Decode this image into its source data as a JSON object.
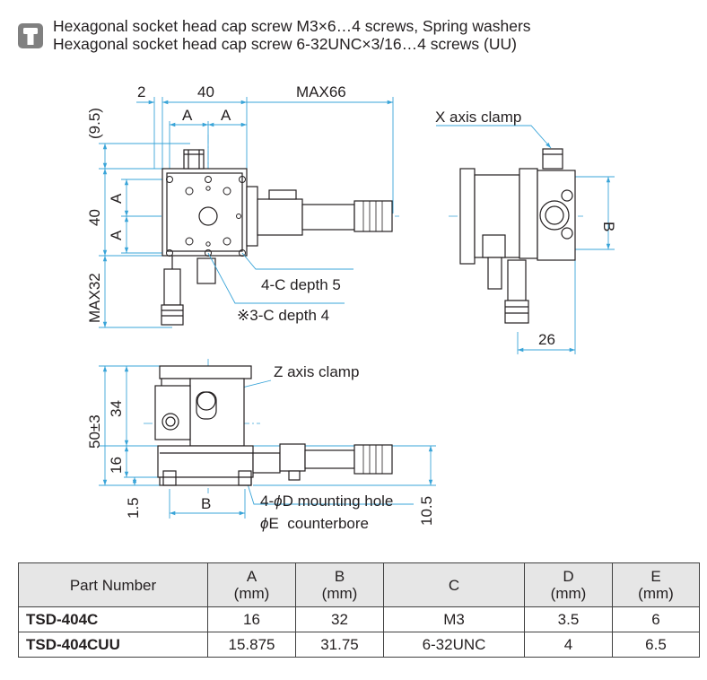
{
  "note": {
    "icon": "screw-icon",
    "line1": "Hexagonal socket head cap screw M3×6…4 screws, Spring washers",
    "line2": "Hexagonal socket head cap screw 6-32UNC×3/16…4 screws (UU)"
  },
  "drawing": {
    "top_view": {
      "dim_2": "2",
      "dim_40_horizontal": "40",
      "dim_max66": "MAX66",
      "dim_a_left": "A",
      "dim_a_right": "A",
      "dim_9_5": "(9.5)",
      "dim_a_upper": "A",
      "dim_a_lower": "A",
      "dim_40_vertical": "40",
      "dim_max32": "MAX32",
      "callout_4c": "4-C depth 5",
      "callout_3c": "※3-C depth 4"
    },
    "side_view": {
      "x_clamp_label": "X axis clamp",
      "dim_b": "B",
      "dim_26": "26"
    },
    "front_view": {
      "z_clamp_label": "Z axis clamp",
      "dim_50": "50±3",
      "dim_34": "34",
      "dim_16": "16",
      "dim_1_5": "1.5",
      "dim_b": "B",
      "dim_10_5": "10.5",
      "callout_mount_prefix": "4-",
      "callout_mount_phi": "ϕ",
      "callout_mount_rest": "D mounting hole",
      "callout_cbore_phi": "ϕ",
      "callout_cbore_rest": "E  counterbore"
    }
  },
  "table": {
    "headers": [
      {
        "label": "Part Number",
        "unit": ""
      },
      {
        "label": "A",
        "unit": "(mm)"
      },
      {
        "label": "B",
        "unit": "(mm)"
      },
      {
        "label": "C",
        "unit": ""
      },
      {
        "label": "D",
        "unit": "(mm)"
      },
      {
        "label": "E",
        "unit": "(mm)"
      }
    ],
    "rows": [
      [
        "TSD-404C",
        "16",
        "32",
        "M3",
        "3.5",
        "6"
      ],
      [
        "TSD-404CUU",
        "15.875",
        "31.75",
        "6-32UNC",
        "4",
        "6.5"
      ]
    ]
  }
}
